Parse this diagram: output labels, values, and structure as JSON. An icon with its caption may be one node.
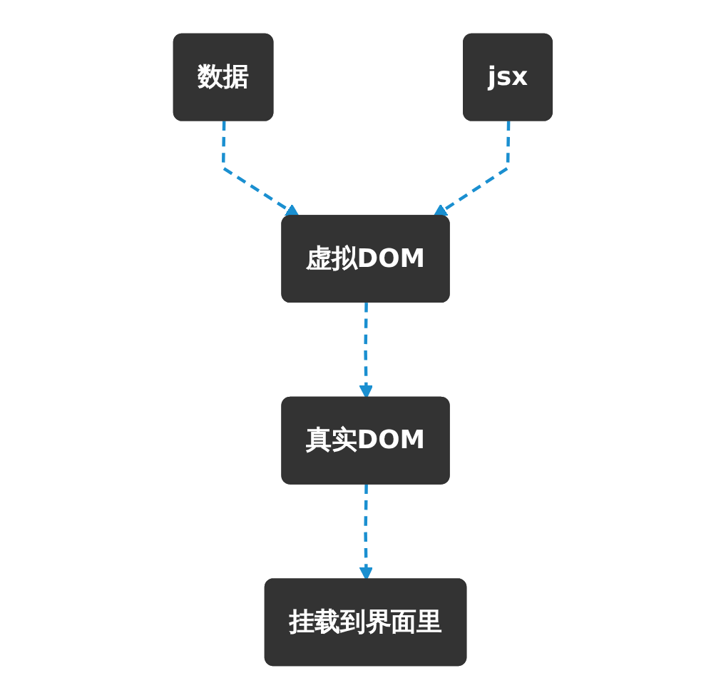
{
  "diagram": {
    "nodes": [
      {
        "text": [
          "数据"
        ]
      },
      {
        "text": [
          "jsx"
        ]
      },
      {
        "text": [
          "虚拟DOM"
        ]
      },
      {
        "text": [
          "真实DOM"
        ]
      },
      {
        "text": [
          "挂载到界面里"
        ]
      }
    ],
    "edges": [
      {
        "from": 0,
        "to": 2,
        "arrow": "to",
        "style": "dashed"
      },
      {
        "from": 1,
        "to": 2,
        "arrow": "to",
        "style": "dashed"
      },
      {
        "from": 2,
        "to": 3,
        "arrow": "to",
        "style": "dashed"
      },
      {
        "from": 3,
        "to": 4,
        "arrow": "to",
        "style": "dashed"
      }
    ]
  }
}
